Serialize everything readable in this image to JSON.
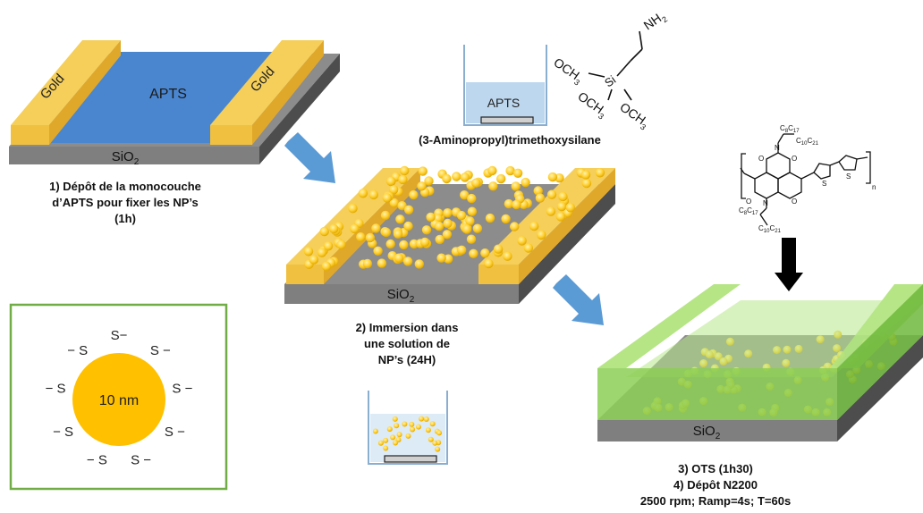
{
  "colors": {
    "gold": "#f5c542",
    "gold_dark": "#e0a82a",
    "apts_blue": "#4a86cf",
    "substrate_grey": "#808080",
    "substrate_dark": "#4d4d4d",
    "polymer_green": "#9bd962",
    "nanoparticle": "#ffc000",
    "arrow_blue": "#5b9bd5",
    "box_green": "#70ad47",
    "beaker_liquid": "#bdd7ee"
  },
  "step1": {
    "gold_left": "Gold",
    "gold_right": "Gold",
    "apts": "APTS",
    "sio2": "SiO",
    "sio2_sub": "2",
    "caption": [
      "1) Dépôt de la  monocouche",
      "d’APTS pour fixer les NP’s",
      "(1h)"
    ]
  },
  "beaker1": {
    "label": "APTS"
  },
  "apts_molecule": {
    "name": "(3-Aminopropyl)trimethoxysilane",
    "nh2": "NH",
    "nh2_sub": "2",
    "si": "Si",
    "och3": "OCH",
    "och3_sub": "3"
  },
  "step2": {
    "sio2": "SiO",
    "sio2_sub": "2",
    "caption": [
      "2) Immersion dans",
      "une solution de",
      "NP’s (24H)"
    ]
  },
  "nanoparticle": {
    "diameter": "10 nm",
    "ligand": "S",
    "charge": "−"
  },
  "step3": {
    "sio2": "SiO",
    "sio2_sub": "2",
    "caption": [
      "3) OTS (1h30)",
      "4) Dépôt N2200",
      "2500 rpm; Ramp=4s; T=60s"
    ]
  },
  "n2200": {
    "alkyl": "C",
    "alkyl_sub_a": "8",
    "alkyl_sub_b": "17",
    "alkyl2_sub_a": "10",
    "alkyl2_sub_b": "21",
    "n": "n",
    "n_atom": "N",
    "o_atom": "O",
    "s_atom": "S"
  }
}
